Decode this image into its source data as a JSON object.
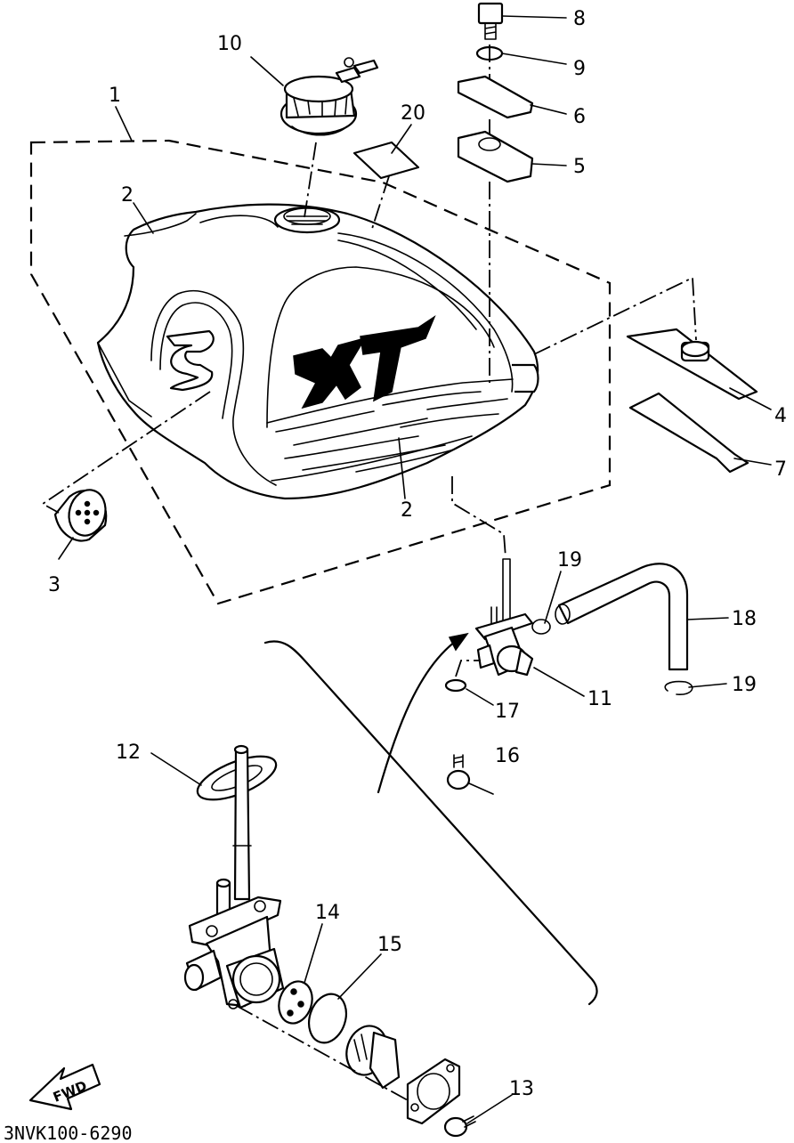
{
  "diagram": {
    "drawing_code": "3NVK100-6290",
    "fwd_label": "FWD",
    "tank_badge": "XT",
    "callouts": {
      "c1": "1",
      "c2a": "2",
      "c2b": "2",
      "c3": "3",
      "c4": "4",
      "c5": "5",
      "c6": "6",
      "c7": "7",
      "c8": "8",
      "c9": "9",
      "c10": "10",
      "c11": "11",
      "c12": "12",
      "c13": "13",
      "c14": "14",
      "c15": "15",
      "c16": "16",
      "c17": "17",
      "c18": "18",
      "c19a": "19",
      "c19b": "19",
      "c20": "20"
    }
  }
}
